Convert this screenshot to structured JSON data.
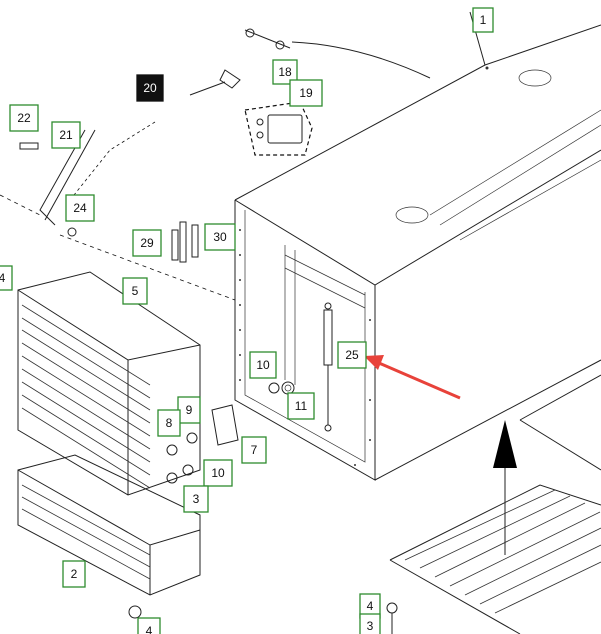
{
  "colors": {
    "callout_border": "#2e8b2e",
    "arrow_red": "#e8423a",
    "highlight_fill": "#111111"
  },
  "callouts": {
    "c1": "1",
    "c2": "2",
    "c3a": "3",
    "c3b": "3",
    "c4a": "4",
    "c4b": "4",
    "c4c": "4",
    "c5": "5",
    "c7": "7",
    "c8": "8",
    "c9": "9",
    "c10a": "10",
    "c10b": "10",
    "c11": "11",
    "c18": "18",
    "c19": "19",
    "c20": "20",
    "c21": "21",
    "c22": "22",
    "c24": "24",
    "c25": "25",
    "c29": "29",
    "c30": "30"
  },
  "highlighted_callout": "20"
}
